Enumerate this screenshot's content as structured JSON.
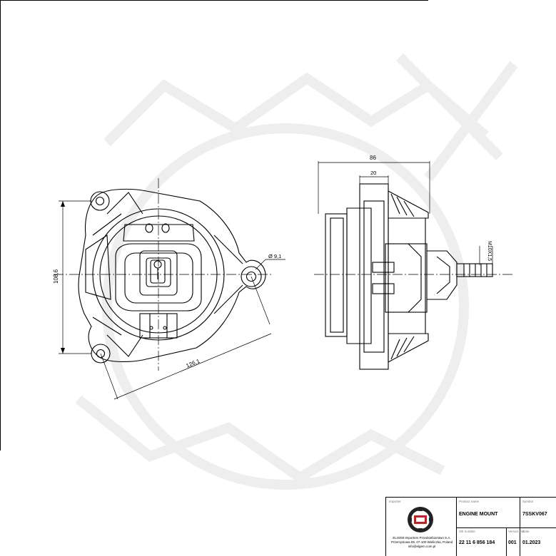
{
  "drawing": {
    "dimensions": {
      "height_label": "108,6",
      "diagonal_label": "126,1",
      "hole_label": "Ø 9,1",
      "total_width_label": "86",
      "flange_width_label": "20",
      "thread_label": "M10X1,5"
    }
  },
  "title_block": {
    "importer_label": "Importer",
    "product_name_label": "Product name",
    "product_name": "ENGINE MOUNT",
    "symbol_label": "Symbol",
    "symbol": "7SSKV067",
    "oe_number_label": "OE number",
    "oe_number": "22 11 6 856 184",
    "version_label": "Version No",
    "version": "001",
    "date_label": "Date",
    "date": "01.2023",
    "company_lines": [
      "ELGEM Importers Przedsiebiorstwo S.A.",
      "Przemyslowa 59, 07-100 Wieliczka, Poland",
      "info@elgem.com.pl"
    ]
  },
  "colors": {
    "line": "#000000",
    "watermark": "#eeeeee",
    "logo_red": "#c81e1e"
  }
}
